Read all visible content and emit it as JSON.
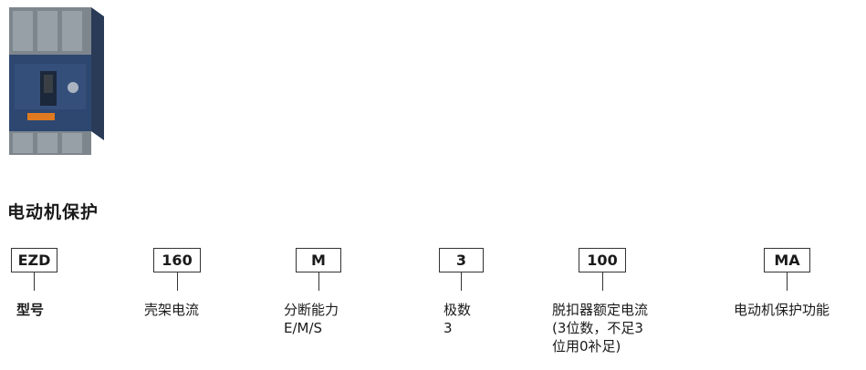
{
  "heading": "电动机保护",
  "codes": [
    {
      "code": "EZD",
      "label": "型号",
      "sub": ""
    },
    {
      "code": "160",
      "label": "壳架电流",
      "sub": ""
    },
    {
      "code": "M",
      "label": "分断能力",
      "sub": "E/M/S"
    },
    {
      "code": "3",
      "label": "极数",
      "sub": "3"
    },
    {
      "code": "100",
      "label": "脱扣器额定电流",
      "sub": "(3位数，不足3\n位用0补足)"
    },
    {
      "code": "MA",
      "label": "电动机保护功能",
      "sub": ""
    }
  ],
  "colors": {
    "breaker_body": "#2d4770",
    "breaker_top": "#7e868d",
    "accent_orange": "#e07a20"
  }
}
